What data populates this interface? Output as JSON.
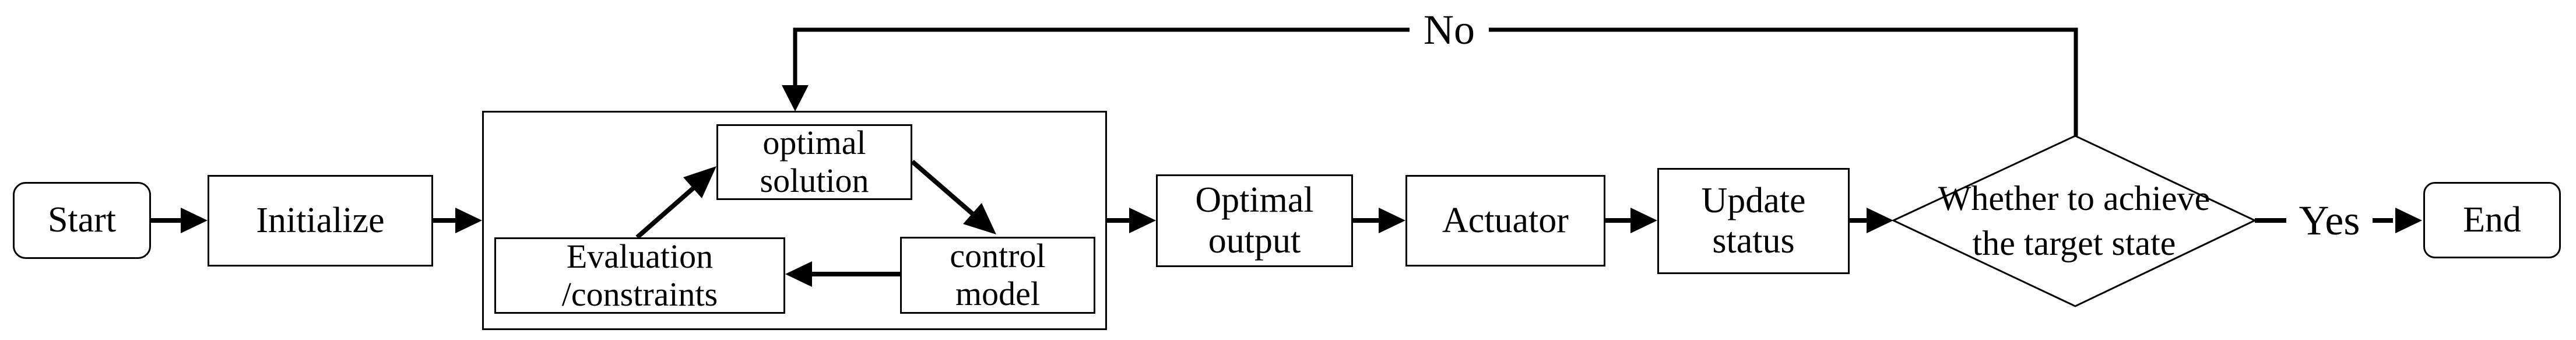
{
  "flowchart": {
    "nodes": {
      "start": "Start",
      "initialize": "Initialize",
      "optimal_solution": "optimal\nsolution",
      "evaluation_constraints": "Evaluation\n/constraints",
      "control_model": "control\nmodel",
      "optimal_output": "Optimal\noutput",
      "actuator": "Actuator",
      "update_status": "Update\nstatus",
      "decision": "Whether to achieve\nthe target state",
      "end": "End"
    },
    "edge_labels": {
      "yes": "Yes",
      "no": "No"
    },
    "colors": {
      "line": "#000000",
      "background": "#ffffff"
    }
  }
}
